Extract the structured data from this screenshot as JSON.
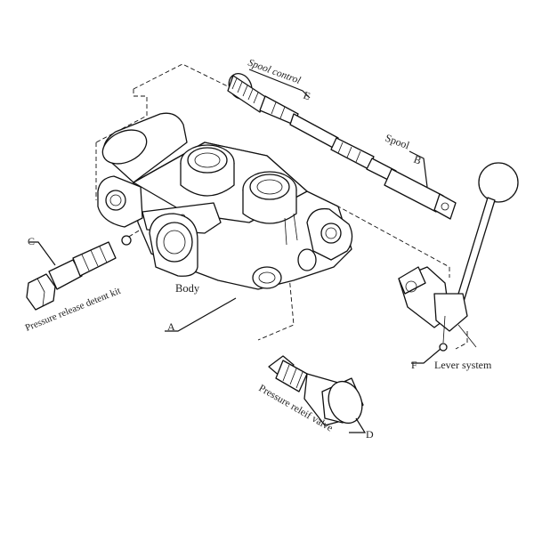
{
  "labels": {
    "spool_control": "Spool control",
    "spool": "Spool",
    "body": "Body",
    "pressure_release_detent_kit": "Pressure release detent kit",
    "pressure_relief_valve": "Pressure releif valve",
    "lever_system": "Lever system"
  },
  "callouts": {
    "a": "A",
    "b": "B",
    "c": "C",
    "d": "D",
    "e": "E",
    "f": "F"
  }
}
